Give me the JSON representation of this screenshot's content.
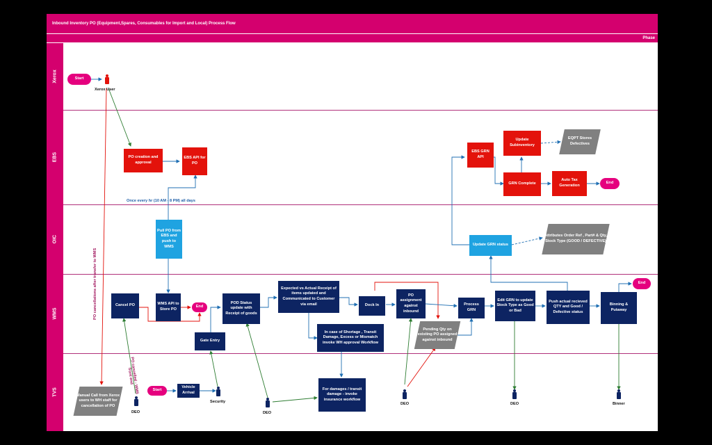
{
  "diagram": {
    "title": "Inbound Inventory PO (Equipment,Spares, Consumables for Import and Local) Process Flow",
    "phase_label": "Phase"
  },
  "lanes": [
    "Xerox",
    "EBS",
    "OIC",
    "WMS",
    "TVS"
  ],
  "nodes": {
    "start_xerox": "Start",
    "po_creation": "PO creation and approval",
    "ebs_api": "EBS API for PO",
    "pull_po": "Pull PO from EBS and push to WMS",
    "wms_api": "WMS API to Store PO",
    "end_wms": "End",
    "cancel_po": "Cancel PO",
    "manual_call": "Manual Call from Xerox users to WH staff for cancellation of PO",
    "start_tvs": "Start",
    "vehicle_arrival": "Vehicle Arrival",
    "gate_entry": "Gate Entry",
    "pod_status": "POD Status update with Receipt of goods",
    "expected_vs_actual": "Expected vs Actual Receipt of items updated and Communicated to Customer via email",
    "shortage": "In case of Shortage , Transit Damage, Excess or Mismatch invoke WH approval Workflow",
    "damages": "For damages / transit damage - invoke insurance workflow",
    "dock_in": "Dock In",
    "po_assignment": "PO assignment against inbound",
    "pending_qty": "Pending Qty on existing PO assigned against inbound",
    "process_grn": "Process GRN",
    "edit_grn": "Edit GRN to update Stock Type as Good or Bad",
    "push_actual": "Push actual recieved QTY and Good / Defective status",
    "binning": "Binning & Putaway",
    "end_binning": "End",
    "update_grn_status": "Update GRN status",
    "attributes": "Attributes Order Ref , Part# & Qty, Stock Type (GOOD / DEFECTIVE)",
    "ebs_grn_api": "EBS GRN API",
    "update_subinventory": "Update Subinventory",
    "eqpt_stores": "EQPT Stores Defectives",
    "grn_complete": "GRN Complete",
    "auto_tax": "Auto Tax Generation",
    "end_ebs": "End"
  },
  "actors": {
    "xerox_user": "Xerox User",
    "deo_1": "DEO",
    "security": "Security",
    "deo_2": "DEO",
    "deo_3": "DEO",
    "deo_4": "DEO",
    "binner": "Binner"
  },
  "annotations": {
    "schedule": "Once every hr (10 AM - 8 PM) all days",
    "po_cancel_after_transfer": "PO cancellations after transfer to WMS",
    "po_cancelled_wms": "PO cancelled - WMS front end"
  },
  "colors": {
    "lane_header": "#d4006e",
    "task_navy": "#0d2462",
    "task_red": "#e3120b",
    "task_blue": "#1fa3e1",
    "terminator": "#e5007e",
    "data_object": "#808080",
    "connector_green": "#2e7d32",
    "connector_red": "#e3120b",
    "connector_blue": "#1f6fb3"
  }
}
